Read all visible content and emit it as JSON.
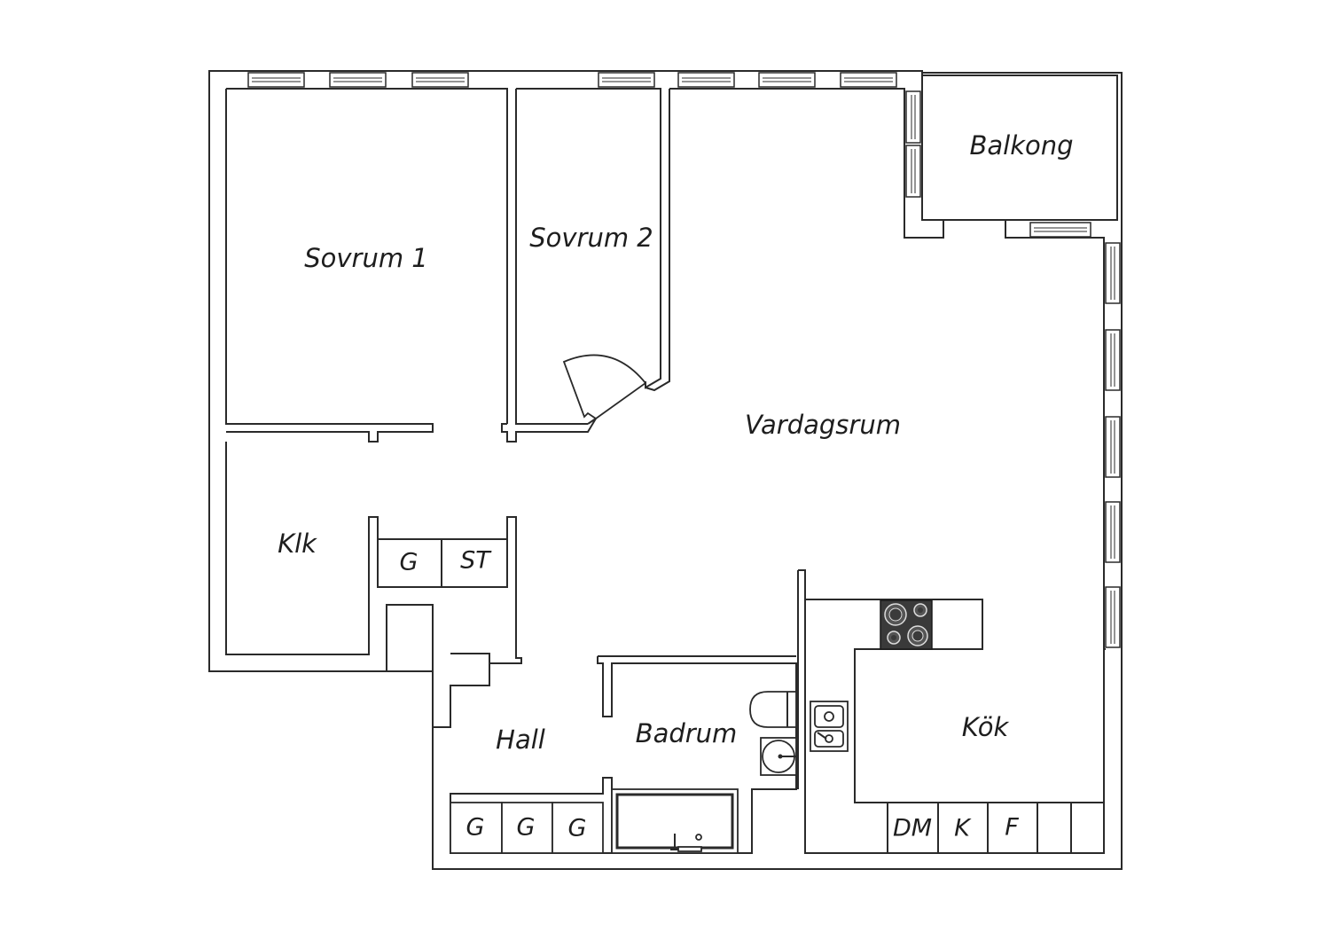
{
  "rooms": {
    "sovrum1": "Sovrum 1",
    "sovrum2": "Sovrum 2",
    "balkong": "Balkong",
    "vardagsrum": "Vardagsrum",
    "klk": "Klk",
    "hall": "Hall",
    "badrum": "Badrum",
    "kok": "Kök"
  },
  "cabinets": {
    "closet_g": "G",
    "closet_st": "ST",
    "hall_g1": "G",
    "hall_g2": "G",
    "hall_g3": "G",
    "kitchen_dm": "DM",
    "kitchen_k": "K",
    "kitchen_f": "F"
  },
  "colors": {
    "line": "#2a2a2a",
    "stove": "#3a3a3a",
    "background": "#ffffff"
  }
}
